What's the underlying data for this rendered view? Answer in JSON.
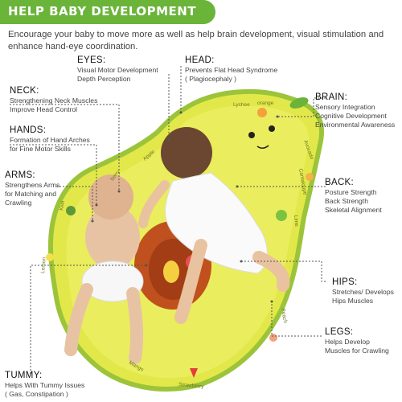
{
  "banner": {
    "title": "HELP BABY DEVELOPMENT"
  },
  "intro": "Encourage your baby to move more as well as help brain development, visual stimulation and enhance hand-eye coordination.",
  "labels": {
    "eyes": {
      "title": "EYES:",
      "lines": [
        "Visual Motor Development",
        "Depth Perception"
      ]
    },
    "head": {
      "title": "HEAD:",
      "lines": [
        "Prevents Flat Head Syndrome",
        "( Plagiocephaly )"
      ]
    },
    "neck": {
      "title": "NECK:",
      "lines": [
        "Strengthening Neck Muscles",
        "Improve Head Control"
      ]
    },
    "brain": {
      "title": "BRAIN:",
      "lines": [
        "Sensory Integration",
        "Cognitive Development",
        "Environmental Awareness"
      ]
    },
    "hands": {
      "title": "HANDS:",
      "lines": [
        "Formation of Hand Arches",
        "for Fine Motor Skills"
      ]
    },
    "arms": {
      "title": "ARMS:",
      "lines": [
        "Strengthens Arms",
        "for Matching and",
        "Crawling"
      ]
    },
    "back": {
      "title": "BACK:",
      "lines": [
        "Posture Strength",
        "Back Strength",
        "Skeletal Alignment"
      ]
    },
    "hips": {
      "title": "HIPS:",
      "lines": [
        "Stretches/ Develops",
        "Hips Muscles"
      ]
    },
    "legs": {
      "title": "LEGS:",
      "lines": [
        "Helps Develop",
        "Muscles for Crawling"
      ]
    },
    "tummy": {
      "title": "TUMMY:",
      "lines": [
        "Helps With Tummy Issues",
        "( Gas, Constipation )"
      ]
    }
  },
  "mat_fruits": {
    "lychee": "Lychee",
    "orange": "orange",
    "avocado": "Avocado",
    "cantaloupe": "Cantaloupe",
    "apple": "Apple",
    "berry": "berry",
    "kiwi": "Kiwi",
    "lime": "Lime",
    "peach": "Peach",
    "lemon": "Lemon",
    "mango": "Mango",
    "strawberry": "Strawberry"
  },
  "colors": {
    "banner": "#6ab43a",
    "mat": "#e3e84a",
    "mat_edge": "#9cc43a",
    "fruit_center": "#c0501d"
  }
}
